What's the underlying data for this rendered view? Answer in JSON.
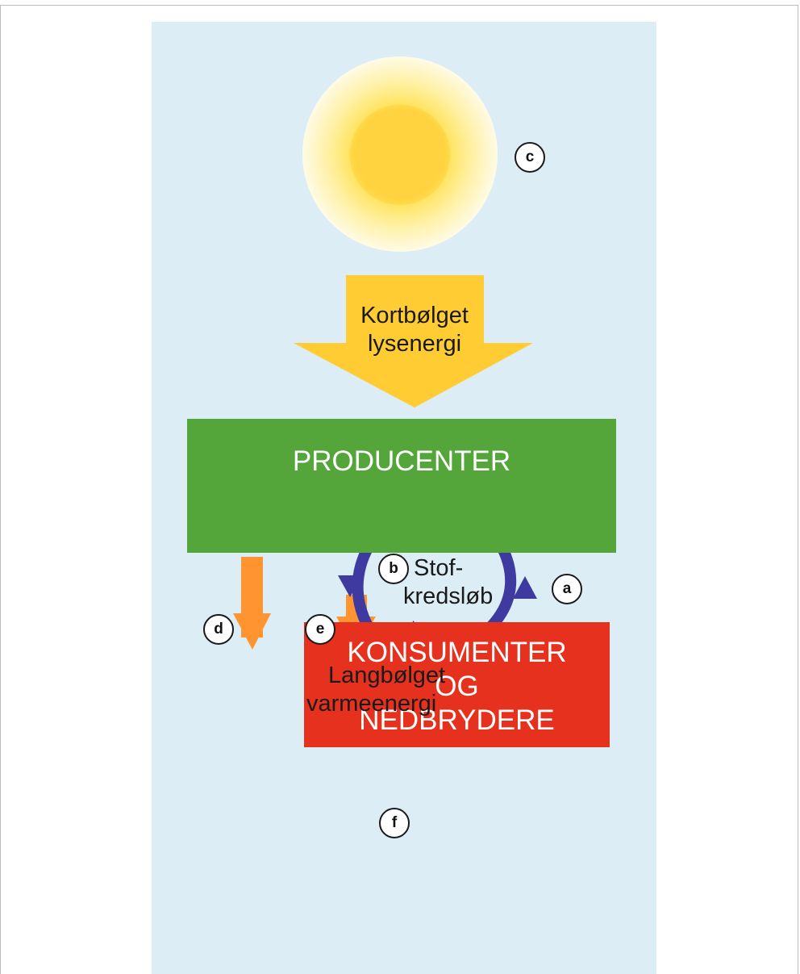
{
  "sun_label": "c",
  "light": {
    "line1": "Kortbølget",
    "line2": "lysenergi"
  },
  "producers": {
    "label": "PRODUCENTER"
  },
  "consumers": {
    "line1": "KONSUMENTER",
    "line2": "OG",
    "line3": "NEDBRYDERE"
  },
  "cycle": {
    "line1": "Stof-",
    "line2": "kredsløb",
    "label_left": "b",
    "label_right": "a"
  },
  "heat": {
    "line1": "Langbølget",
    "line2": "varmeenergi",
    "label_d": "d",
    "label_e": "e",
    "label_f": "f"
  },
  "colors": {
    "background": "#dcedf5",
    "sun": "#ffd640",
    "light_arrow": "#ffcc33",
    "producers": "#54a53a",
    "consumers": "#e6311f",
    "cycle_arrows": "#3f3aa0",
    "heat_arrows": "#ff9430"
  }
}
